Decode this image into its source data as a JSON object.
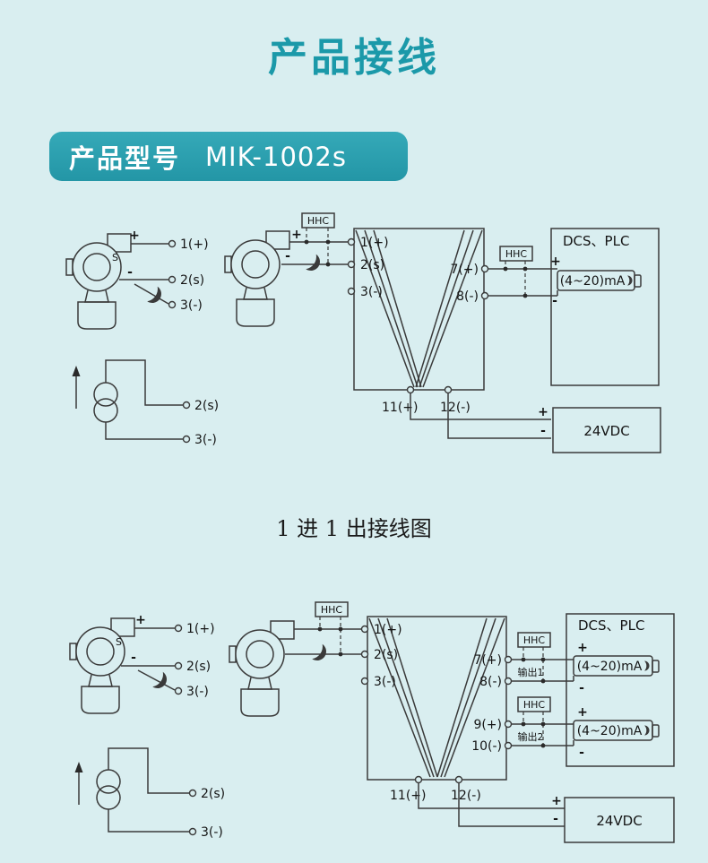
{
  "colors": {
    "background": "#d9eef0",
    "accent": "#1b99a9",
    "badge_top": "#35a9b8",
    "badge_bottom": "#2396a6",
    "ink": "#1a1a1a",
    "line": "#3a3a3a"
  },
  "title": "产品接线",
  "badge": {
    "label": "产品型号",
    "model": "MIK-1002s"
  },
  "caption1": "1 进 1 出接线图",
  "d1": {
    "hhc_top": "HHC",
    "hhc_out": "HHC",
    "tx_plus": "+",
    "tx_minus": "-",
    "tx_s": "S",
    "t1": "1(+)",
    "t2": "2(s)",
    "t3": "3(-)",
    "src2": "2(s)",
    "src3": "3(-)",
    "mtx_plus": "+",
    "mtx_minus": "-",
    "m1": "1(+)",
    "m2": "2(s)",
    "m3": "3(-)",
    "o7": "7(+)",
    "o8": "8(-)",
    "p11": "11(+)",
    "p12": "12(-)",
    "dcs": "DCS、PLC",
    "ma": "(4~20)mA",
    "bat_plus": "+",
    "bat_minus": "-",
    "vdc": "24VDC",
    "vdc_plus": "+",
    "vdc_minus": "-"
  },
  "d2": {
    "hhc_top": "HHC",
    "hhc_out1": "HHC",
    "hhc_out2": "HHC",
    "tx_plus": "+",
    "tx_minus": "-",
    "tx_s": "S",
    "t1": "1(+)",
    "t2": "2(s)",
    "t3": "3(-)",
    "src2": "2(s)",
    "src3": "3(-)",
    "m1": "1(+)",
    "m2": "2(s)",
    "m3": "3(-)",
    "o7": "7(+)",
    "o8": "8(-)",
    "o9": "9(+)",
    "o10": "10(-)",
    "out1": "输出1",
    "out2": "输出2",
    "p11": "11(+)",
    "p12": "12(-)",
    "dcs": "DCS、PLC",
    "ma1": "(4~20)mA",
    "ma2": "(4~20)mA",
    "bat1_plus": "+",
    "bat1_minus": "-",
    "bat2_plus": "+",
    "bat2_minus": "-",
    "vdc": "24VDC",
    "vdc_plus": "+",
    "vdc_minus": "-"
  }
}
